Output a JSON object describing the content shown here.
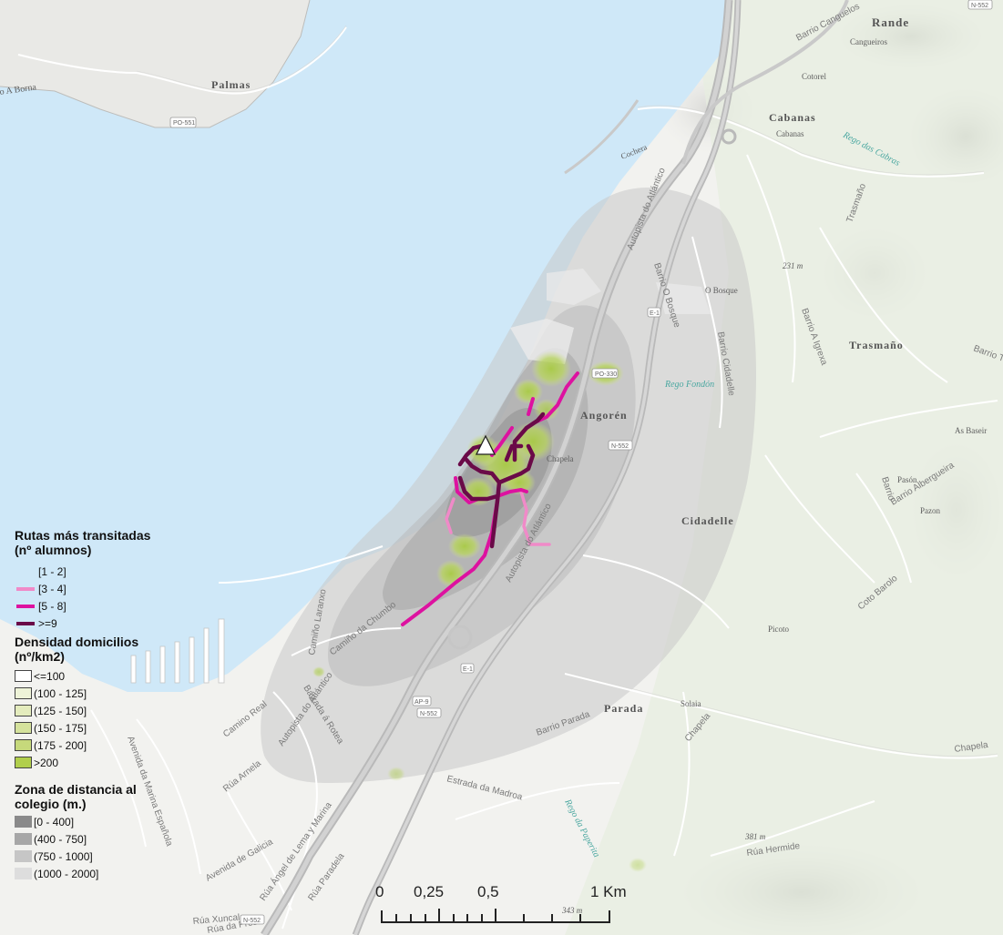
{
  "map": {
    "place_labels": {
      "rande": "Rande",
      "cangueiros": "Cangueiros",
      "palmas": "Palmas",
      "a_borna": "o A Borna",
      "cotorel": "Cotorel",
      "cabanas_bold": "Cabanas",
      "cabanas": "Cabanas",
      "trasmano": "Trasmaño",
      "angoren": "Angorén",
      "chapela": "Chapela",
      "cidadelle": "Cidadelle",
      "pason": "Pasón",
      "pazon": "Pazon",
      "as_baseiras": "As Baseir",
      "o_bosque": "O Bosque",
      "picoto": "Picoto",
      "parada": "Parada",
      "solaia": "Solaia",
      "cochera": "Cochera",
      "elev_231": "231 m",
      "elev_381": "381 m",
      "elev_343": "343 m"
    },
    "road_labels": {
      "barrio_canguelos": "Barrio Canguelos",
      "autopista_top": "Autopista do Atlántico",
      "autopista_mid": "Autopista do Atlántico",
      "autopista_bottom": "Autopista do Atlántico",
      "trasmano_rd": "Trasmaño",
      "barrio_o_bosque": "Barrio O Bosque",
      "barrio_a_igrexa": "Barrio A Igrexa",
      "barrio_cidadelle": "Barrio Cidadelle",
      "barrio_albergueira": "Barrio Albergueira",
      "barrio": "Barrio",
      "coto_barolo": "Coto Barolo",
      "barrio_parada": "Barrio Parada",
      "chapela_rd": "Chapela",
      "chapela_rd2": "Chapela",
      "estrada_madroa": "Estrada da Madroa",
      "rua_hermide": "Rúa Hermide",
      "camino_real": "Camino Real",
      "rua_arnela": "Rúa Arnela",
      "camino_laranxo": "Camiño Laranxo",
      "camino_chumbo": "Camiño da Chumbo",
      "baixada_rotea": "Baixada á Rotea",
      "avenida_galicia": "Avenida de Galicia",
      "rua_xuncal": "Rúa Xuncal",
      "rua_paradela": "Rúa Paradela",
      "rua_angel": "Rúa Ángel de Lema y Marina",
      "barrio_tr": "Barrio Tr",
      "avenida_marina": "Avenida da Marina Española",
      "rua_presa": "Rúa da Presa"
    },
    "water_labels": {
      "rego_cabras": "Rego das Cabras",
      "rego_fondon": "Rego Fondón",
      "rego_paperita": "Rego da Paperita"
    },
    "shields": {
      "n552_top": "N-552",
      "po551": "PO-551",
      "po_small": "PO-330",
      "n552_mid": "N-552",
      "e1_top": "E-1",
      "e1_mid": "E-1",
      "ap9": "AP-9",
      "n552_low": "N-552",
      "n552_bottom": "N-552"
    },
    "colors": {
      "water": "#cfe8f8",
      "land": "#f2f2ef",
      "route_3_4": "#f08ac8",
      "route_5_8": "#dd12a0",
      "route_9": "#6a0a48"
    }
  },
  "legend": {
    "routes": {
      "title_line1": "Rutas más transitadas",
      "title_line2": "(nº alumnos)",
      "items": [
        {
          "label": "[1 - 2]",
          "color": "#f6d1e8"
        },
        {
          "label": "[3 - 4]",
          "color": "#f08ac8"
        },
        {
          "label": "[5 - 8]",
          "color": "#dd12a0"
        },
        {
          "label": ">=9",
          "color": "#6a0a48"
        }
      ]
    },
    "density": {
      "title_line1": "Densidad domicilios",
      "title_line2": "(nº/km2)",
      "items": [
        {
          "label": "<=100",
          "color": "#ffffff"
        },
        {
          "label": "(100 - 125]",
          "color": "#eef3d8"
        },
        {
          "label": "(125 - 150]",
          "color": "#e4ecbd"
        },
        {
          "label": "(150 - 175]",
          "color": "#d5e29c"
        },
        {
          "label": "(175 - 200]",
          "color": "#c6d97b"
        },
        {
          "label": ">200",
          "color": "#b1cf4c"
        }
      ]
    },
    "distance": {
      "title_line1": "Zona de distancia al",
      "title_line2": "colegio (m.)",
      "items": [
        {
          "label": "[0 - 400]",
          "color": "#8a8a8a"
        },
        {
          "label": "(400 - 750]",
          "color": "#a7a7a7"
        },
        {
          "label": "(750 - 1000]",
          "color": "#c6c6c6"
        },
        {
          "label": "(1000 - 2000]",
          "color": "#dddddd"
        }
      ]
    }
  },
  "scale_bar": {
    "labels": [
      "0",
      "0,25",
      "0,5",
      "1 Km"
    ]
  }
}
